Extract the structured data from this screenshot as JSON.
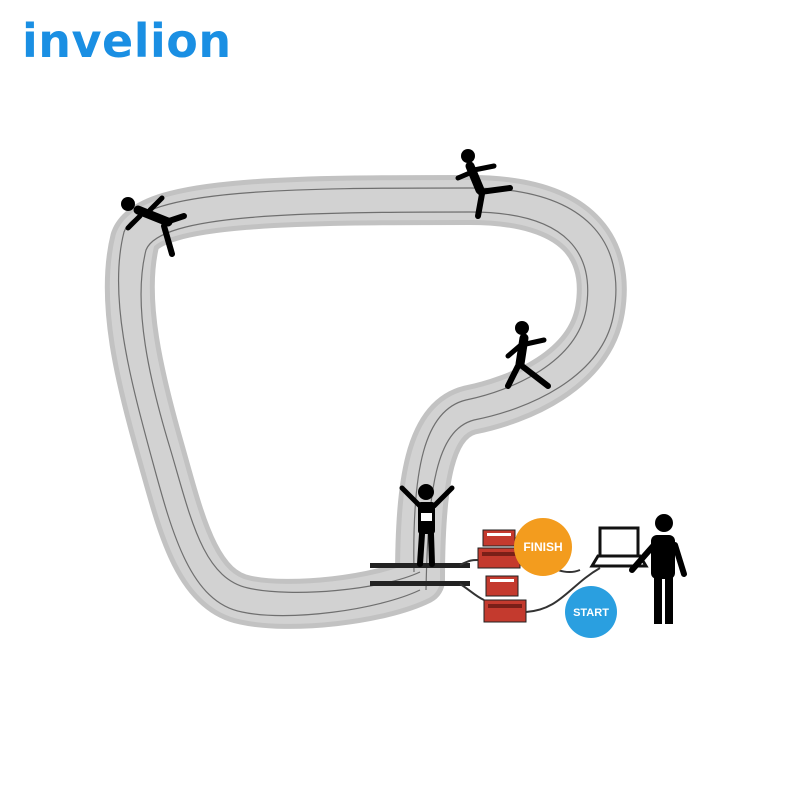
{
  "brand": {
    "name": "invelion",
    "color": "#1a8fe3"
  },
  "track": {
    "fill": "#c2c2c2",
    "lane_line": "#6f6f6f"
  },
  "badges": {
    "finish": {
      "label": "FINISH",
      "color": "#f39c1e"
    },
    "start": {
      "label": "START",
      "color": "#2a9fe0"
    }
  },
  "icons": [
    "runner-icon",
    "finish-runner-icon",
    "rfid-reader-icon",
    "laptop-icon",
    "operator-icon"
  ]
}
